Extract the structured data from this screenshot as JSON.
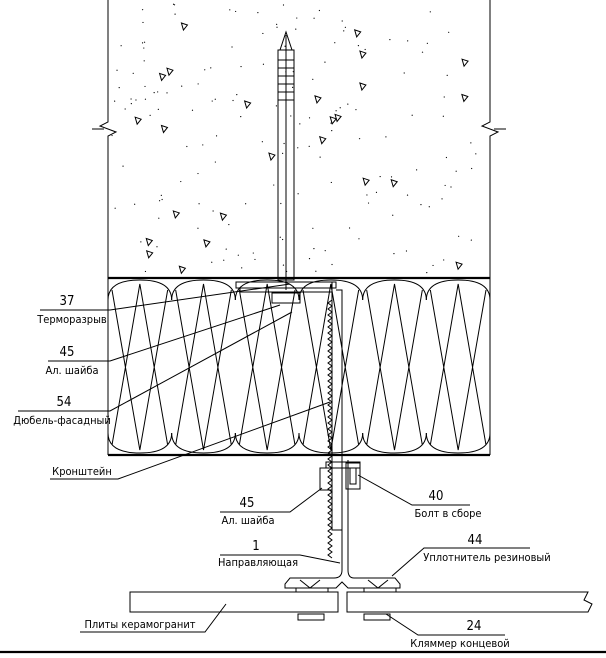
{
  "drawing": {
    "labels": [
      {
        "id": "thermal-break",
        "number": "37",
        "text": "Терморазрыв"
      },
      {
        "id": "washer-1",
        "number": "45",
        "text": "Ал. шайба"
      },
      {
        "id": "facade-dowel",
        "number": "54",
        "text": "Дюбель-фасадный"
      },
      {
        "id": "bracket",
        "number": "",
        "text": "Кронштейн"
      },
      {
        "id": "washer-2",
        "number": "45",
        "text": "Ал. шайба"
      },
      {
        "id": "bolt",
        "number": "40",
        "text": "Болт в сборе"
      },
      {
        "id": "guide",
        "number": "1",
        "text": "Направляющая"
      },
      {
        "id": "rubber-seal",
        "number": "44",
        "text": "Уплотнитель резиновый"
      },
      {
        "id": "tiles",
        "number": "",
        "text": "Плиты керамогранит"
      },
      {
        "id": "end-clamp",
        "number": "24",
        "text": "Кляммер концевой"
      }
    ]
  }
}
